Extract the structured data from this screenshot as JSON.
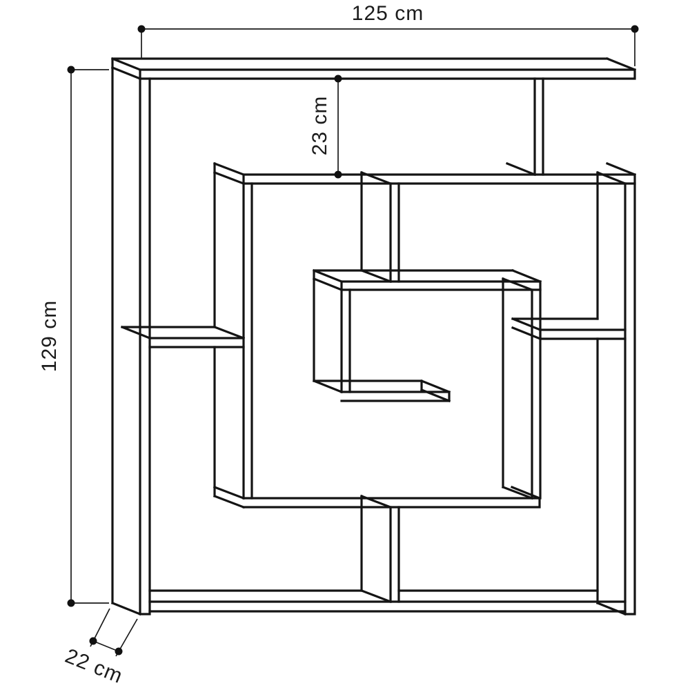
{
  "diagram": {
    "type": "furniture-dimension-drawing",
    "subject": "maze-style open bookshelf, oblique line drawing",
    "background_color": "#ffffff",
    "line_color": "#141414",
    "dimension_line_color": "#1a1a1a",
    "dimensions": {
      "width": {
        "label": "125 cm",
        "position": "top",
        "orientation": "horizontal"
      },
      "top_section_height": {
        "label": "23 cm",
        "position": "upper-center",
        "orientation": "vertical-rotated"
      },
      "overall_height": {
        "label": "129 cm",
        "position": "left",
        "orientation": "vertical-rotated"
      },
      "depth": {
        "label": "22 cm",
        "position": "bottom-left",
        "orientation": "diagonal-rotated"
      }
    }
  }
}
